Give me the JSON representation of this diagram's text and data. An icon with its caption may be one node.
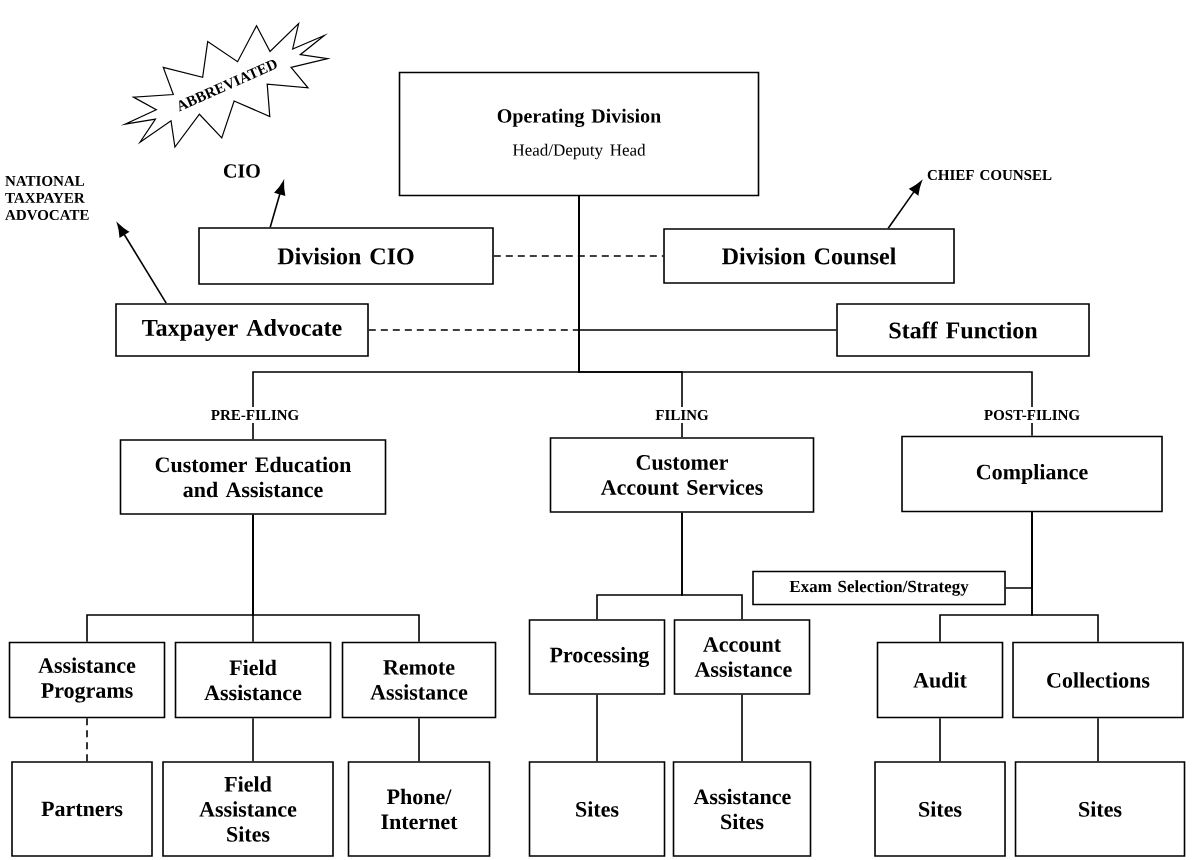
{
  "diagram": {
    "nodes": [
      {
        "text": [
          "ABBREVIATED"
        ]
      },
      {
        "text": [
          "Operating Division",
          "Head/Deputy Head"
        ]
      },
      {
        "text": [
          "NATIONAL TAXPAYER ADVOCATE"
        ]
      },
      {
        "text": [
          "CIO"
        ]
      },
      {
        "text": [
          "CHIEF COUNSEL"
        ]
      },
      {
        "text": [
          "Division CIO"
        ]
      },
      {
        "text": [
          "Division Counsel"
        ]
      },
      {
        "text": [
          "Taxpayer Advocate"
        ]
      },
      {
        "text": [
          "Staff Function"
        ]
      },
      {
        "text": [
          "Customer Education and Assistance"
        ]
      },
      {
        "text": [
          "Customer Account Services"
        ]
      },
      {
        "text": [
          "Compliance"
        ]
      },
      {
        "text": [
          "Exam Selection/Strategy"
        ]
      },
      {
        "text": [
          "Assistance Programs"
        ]
      },
      {
        "text": [
          "Field Assistance"
        ]
      },
      {
        "text": [
          "Remote Assistance"
        ]
      },
      {
        "text": [
          "Processing"
        ]
      },
      {
        "text": [
          "Account Assistance"
        ]
      },
      {
        "text": [
          "Audit"
        ]
      },
      {
        "text": [
          "Collections"
        ]
      },
      {
        "text": [
          "Partners"
        ]
      },
      {
        "text": [
          "Field Assistance Sites"
        ]
      },
      {
        "text": [
          "Phone/ Internet"
        ]
      },
      {
        "text": [
          "Sites"
        ]
      },
      {
        "text": [
          "Assistance Sites"
        ]
      },
      {
        "text": [
          "Sites"
        ]
      },
      {
        "text": [
          "Sites"
        ]
      }
    ],
    "edges": [
      {
        "from": 5,
        "to": 3,
        "arrow": "to"
      },
      {
        "from": 6,
        "to": 4,
        "arrow": "to"
      },
      {
        "from": 7,
        "to": 2,
        "arrow": "to"
      },
      {
        "from": 5,
        "to": 6,
        "arrow": "none",
        "style": "dashed"
      },
      {
        "from": 7,
        "to": 1,
        "arrow": "none",
        "style": "dashed"
      },
      {
        "from": 1,
        "to": 8,
        "arrow": "none"
      },
      {
        "from": 1,
        "to": 9,
        "arrow": "none"
      },
      {
        "from": 1,
        "to": 10,
        "arrow": "none"
      },
      {
        "from": 1,
        "to": 11,
        "arrow": "none"
      },
      {
        "from": 11,
        "to": 12,
        "arrow": "none"
      },
      {
        "from": 9,
        "to": 13,
        "arrow": "none"
      },
      {
        "from": 9,
        "to": 14,
        "arrow": "none"
      },
      {
        "from": 9,
        "to": 15,
        "arrow": "none"
      },
      {
        "from": 10,
        "to": 16,
        "arrow": "none"
      },
      {
        "from": 10,
        "to": 17,
        "arrow": "none"
      },
      {
        "from": 11,
        "to": 18,
        "arrow": "none"
      },
      {
        "from": 11,
        "to": 19,
        "arrow": "none"
      },
      {
        "from": 13,
        "to": 20,
        "arrow": "none",
        "style": "dashed"
      },
      {
        "from": 14,
        "to": 21,
        "arrow": "none"
      },
      {
        "from": 15,
        "to": 22,
        "arrow": "none"
      },
      {
        "from": 16,
        "to": 23,
        "arrow": "none"
      },
      {
        "from": 17,
        "to": 24,
        "arrow": "none"
      },
      {
        "from": 18,
        "to": 25,
        "arrow": "none"
      },
      {
        "from": 19,
        "to": 26,
        "arrow": "none"
      }
    ],
    "labels": [
      "PRE-FILING",
      "FILING",
      "POST-FILING"
    ]
  }
}
